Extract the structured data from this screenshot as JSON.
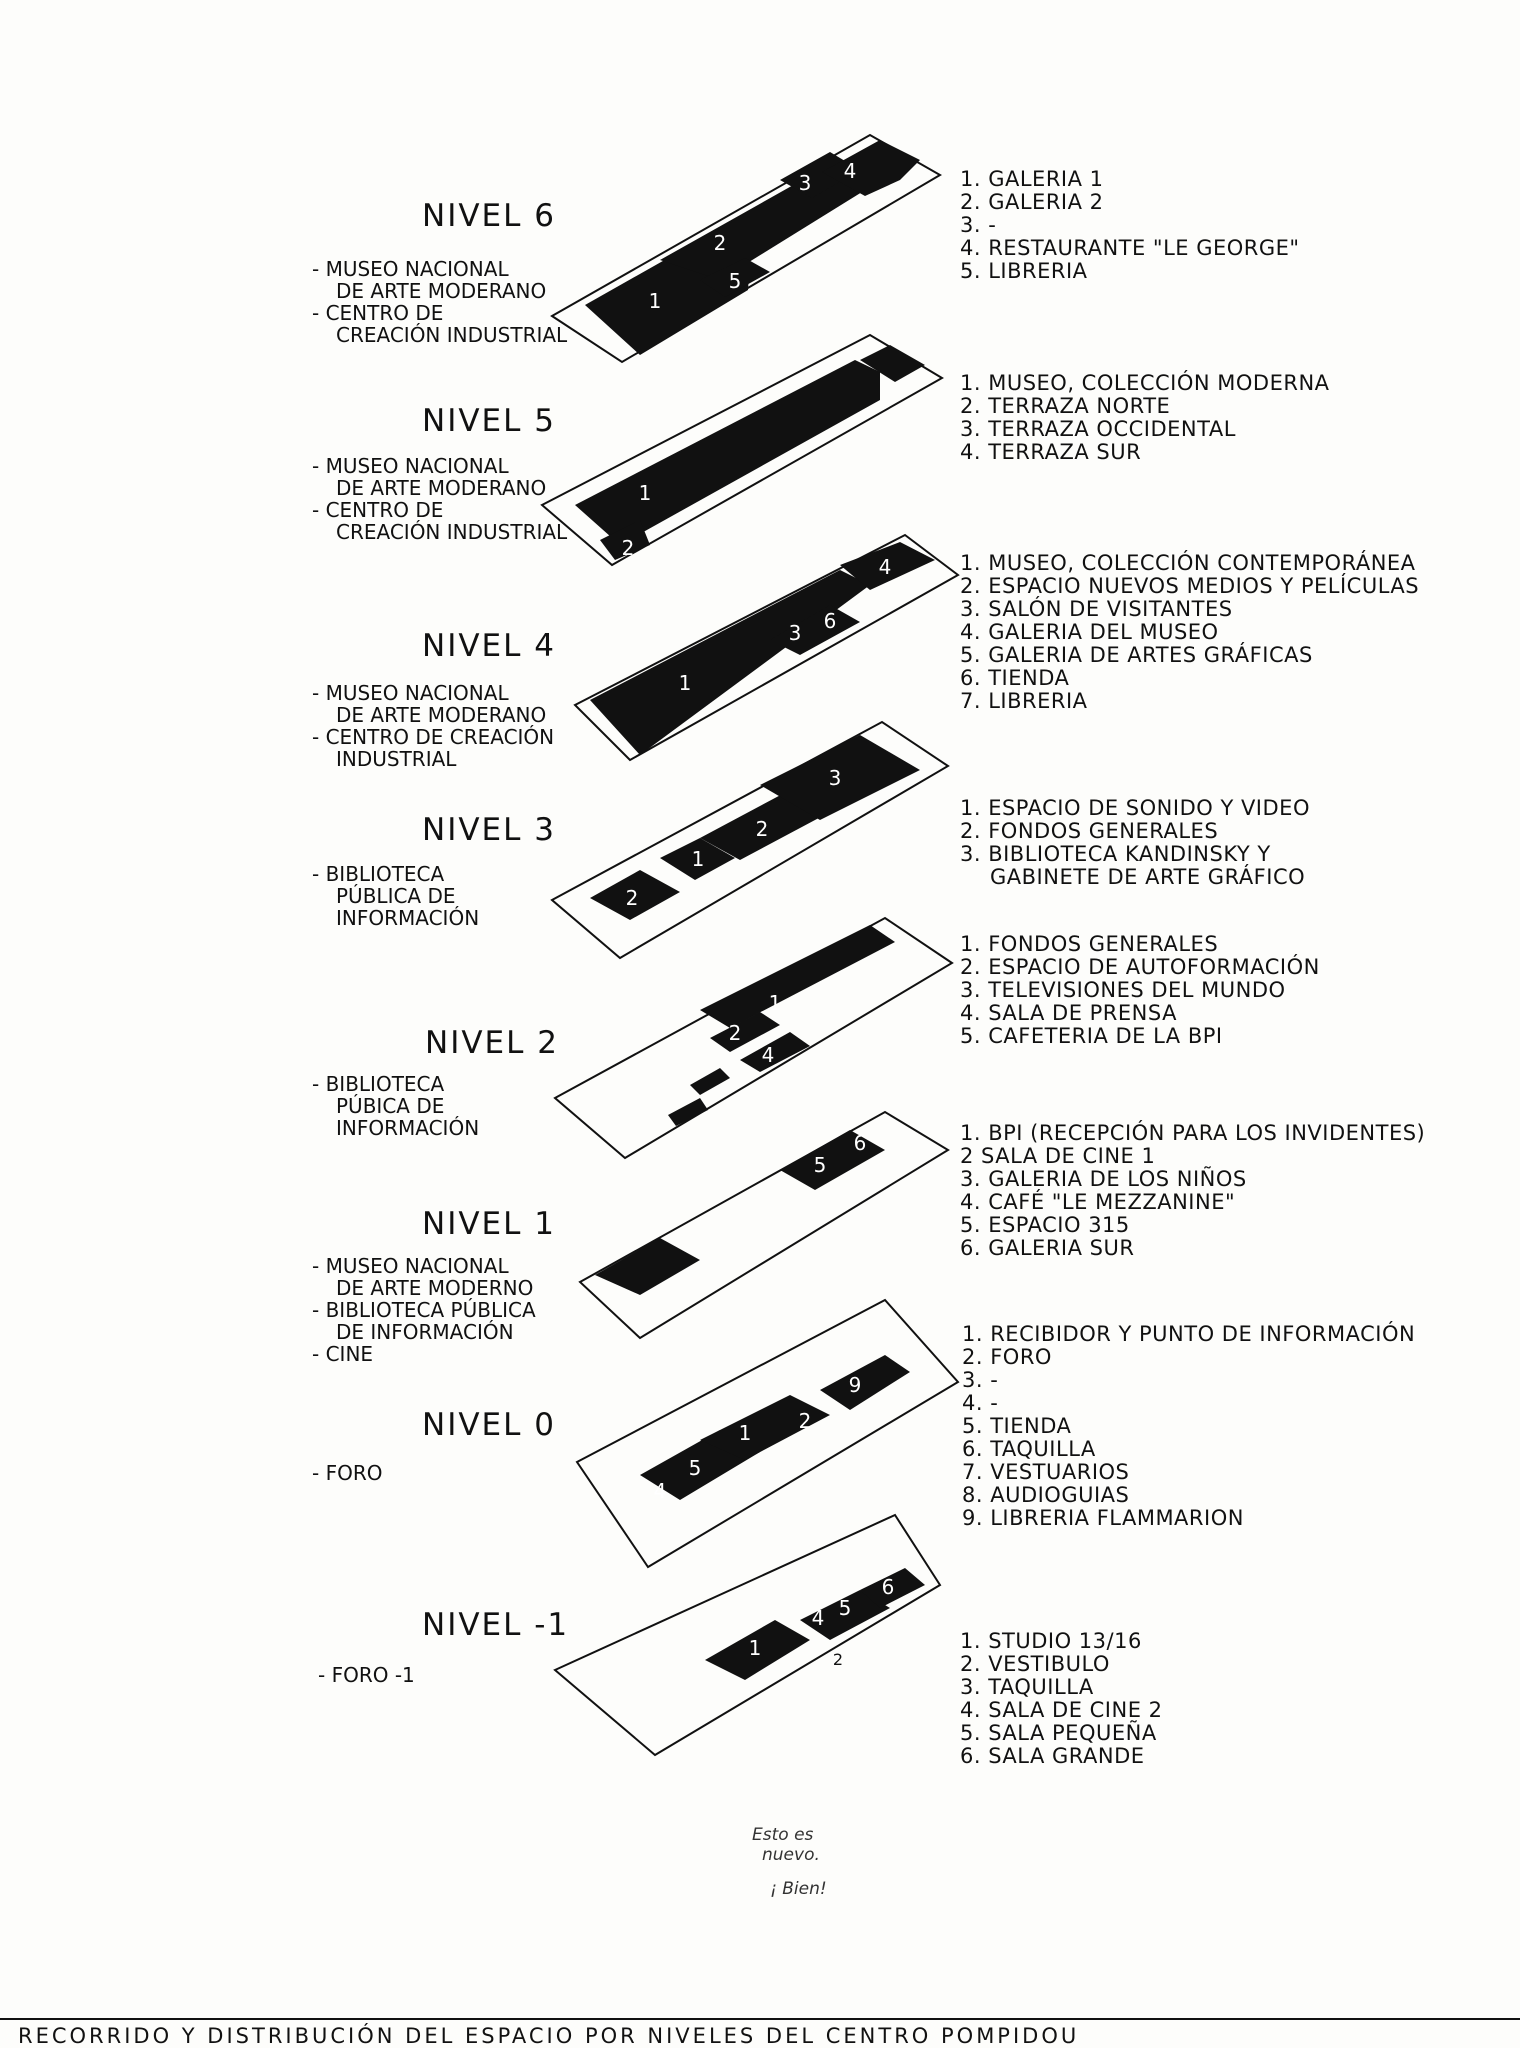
{
  "levels": [
    {
      "id": "6",
      "title": "NIVEL 6",
      "description": [
        "- MUSEO NACIONAL",
        "DE ARTE MODERANO",
        "- CENTRO DE",
        "CREACIÓN INDUSTRIAL"
      ],
      "legend": [
        "1. GALERIA 1",
        "2. GALERIA 2",
        "3. -",
        "4. RESTAURANTE \"LE GEORGE\"",
        "5. LIBRERIA"
      ],
      "plan_labels": [
        "1",
        "2",
        "3",
        "4",
        "5"
      ]
    },
    {
      "id": "5",
      "title": "NIVEL 5",
      "description": [
        "- MUSEO NACIONAL",
        "DE ARTE MODERANO",
        "- CENTRO DE",
        "CREACIÓN INDUSTRIAL"
      ],
      "legend": [
        "1. MUSEO, COLECCIÓN MODERNA",
        "2. TERRAZA NORTE",
        "3. TERRAZA OCCIDENTAL",
        "4. TERRAZA SUR"
      ],
      "plan_labels": [
        "1",
        "2"
      ]
    },
    {
      "id": "4",
      "title": "NIVEL 4",
      "description": [
        "- MUSEO NACIONAL",
        "DE ARTE MODERANO",
        "- CENTRO DE CREACIÓN",
        "INDUSTRIAL"
      ],
      "legend": [
        "1. MUSEO, COLECCIÓN CONTEMPORÁNEA",
        "2. ESPACIO NUEVOS MEDIOS Y PELÍCULAS",
        "3. SALÓN DE VISITANTES",
        "4. GALERIA DEL MUSEO",
        "5. GALERIA DE ARTES GRÁFICAS",
        "6. TIENDA",
        "7. LIBRERIA"
      ],
      "plan_labels": [
        "1",
        "3",
        "4",
        "6"
      ]
    },
    {
      "id": "3",
      "title": "NIVEL 3",
      "description": [
        "- BIBLIOTECA",
        "PÚBLICA DE",
        "INFORMACIÓN"
      ],
      "legend": [
        "1. ESPACIO DE SONIDO Y VIDEO",
        "2. FONDOS GENERALES",
        "3. BIBLIOTECA KANDINSKY Y",
        "GABINETE DE ARTE GRÁFICO"
      ],
      "plan_labels": [
        "1",
        "2",
        "3",
        "2"
      ]
    },
    {
      "id": "2",
      "title": "NIVEL 2",
      "description": [
        "- BIBLIOTECA",
        "PÚBICA DE",
        "INFORMACIÓN"
      ],
      "legend": [
        "1. FONDOS GENERALES",
        "2. ESPACIO DE AUTOFORMACIÓN",
        "3. TELEVISIONES DEL MUNDO",
        "4. SALA DE PRENSA",
        "5. CAFETERIA DE LA BPI"
      ],
      "plan_labels": [
        "1",
        "2",
        "4"
      ]
    },
    {
      "id": "1",
      "title": "NIVEL 1",
      "description": [
        "- MUSEO NACIONAL",
        "DE ARTE MODERNO",
        "- BIBLIOTECA PÚBLICA",
        "DE INFORMACIÓN",
        "- CINE"
      ],
      "legend": [
        "1. BPI (RECEPCIÓN PARA LOS INVIDENTES)",
        "2 SALA DE CINE 1",
        "3. GALERIA DE LOS NIÑOS",
        "4. CAFÉ \"LE MEZZANINE\"",
        "5. ESPACIO 315",
        "6. GALERIA SUR"
      ],
      "plan_labels": [
        "5",
        "6"
      ]
    },
    {
      "id": "0",
      "title": "NIVEL 0",
      "description": [
        "- FORO"
      ],
      "legend": [
        "1. RECIBIDOR Y PUNTO DE INFORMACIÓN",
        "2. FORO",
        "3. -",
        "4. -",
        "5. TIENDA",
        "6. TAQUILLA",
        "7. VESTUARIOS",
        "8. AUDIOGUIAS",
        "9. LIBRERIA FLAMMARION"
      ],
      "plan_labels": [
        "5",
        "1",
        "2",
        "9",
        "4"
      ]
    },
    {
      "id": "-1",
      "title": "NIVEL -1",
      "description": [
        "- FORO -1"
      ],
      "legend": [
        "1. STUDIO 13/16",
        "2. VESTIBULO",
        "3. TAQUILLA",
        "4. SALA DE CINE 2",
        "5. SALA PEQUEÑA",
        "6. SALA GRANDE"
      ],
      "plan_labels": [
        "1",
        "4",
        "5",
        "6",
        "2"
      ]
    }
  ],
  "note": {
    "line1": "Esto es",
    "line2": "nuevo.",
    "line3": "¡ Bien!"
  },
  "footer": "RECORRIDO Y DISTRIBUCIÓN DEL ESPACIO POR NIVELES DEL CENTRO POMPIDOU"
}
